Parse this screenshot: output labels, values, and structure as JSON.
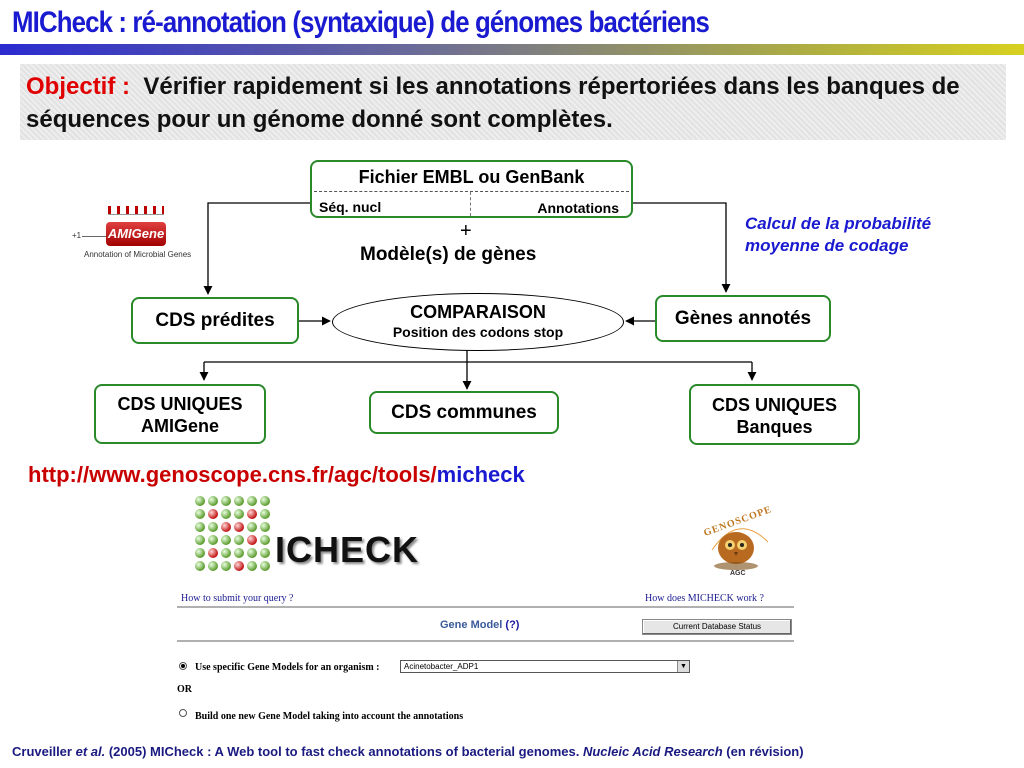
{
  "slide": {
    "title": "MICheck : ré-annotation (syntaxique) de génomes bactériens",
    "objective_label": "Objectif :",
    "objective_text": "Vérifier rapidement si les annotations répertoriées dans les banques de séquences pour un génome donné sont complètes."
  },
  "diagram": {
    "file_box": {
      "title": "Fichier EMBL ou GenBank",
      "left": "Séq. nucl",
      "right": "Annotations"
    },
    "plus": "+",
    "model": "Modèle(s) de gènes",
    "calc_note": "Calcul de la probabilité moyenne de codage",
    "amigene_logo": {
      "name": "AMIGene",
      "caption": "Annotation of Microbial Genes",
      "mark": "+1"
    },
    "cds_predites": "CDS prédites",
    "comparaison": {
      "title": "COMPARAISON",
      "subtitle": "Position des codons stop"
    },
    "genes_annotes": "Gènes annotés",
    "uniques_amigene": {
      "line1": "CDS UNIQUES",
      "line2": "AMIGene"
    },
    "communes": "CDS communes",
    "uniques_banques": {
      "line1": "CDS UNIQUES",
      "line2": "Banques"
    }
  },
  "url": {
    "base": "http://www.genoscope.cns.fr/agc/tools/",
    "tail": "micheck"
  },
  "logos": {
    "micheck": "ICHECK",
    "genoscope": "GENOSCOPE",
    "genoscope_sub": "AGC"
  },
  "web_form": {
    "link_submit": "How to submit your query ?",
    "link_how": "How does MICHECK work ?",
    "gene_model_label": "Gene Model",
    "gene_model_help": "(?)",
    "db_status_button": "Current Database Status",
    "option1_label": "Use specific Gene Models for an organism :",
    "option1_select": "Acinetobacter_ADP1",
    "or": "OR",
    "option2_label": "Build one new Gene Model taking into account the annotations"
  },
  "citation": {
    "authors": "Cruveiller ",
    "etal": "et al.",
    "year": " (2005)  MICheck : A Web tool to fast check annotations of bacterial genomes. ",
    "journal": "Nucleic Acid Research",
    "status": " (en révision)"
  },
  "colors": {
    "title": "#1a1ad0",
    "box_border": "#2a8a2a",
    "accent_red": "#e00000"
  }
}
